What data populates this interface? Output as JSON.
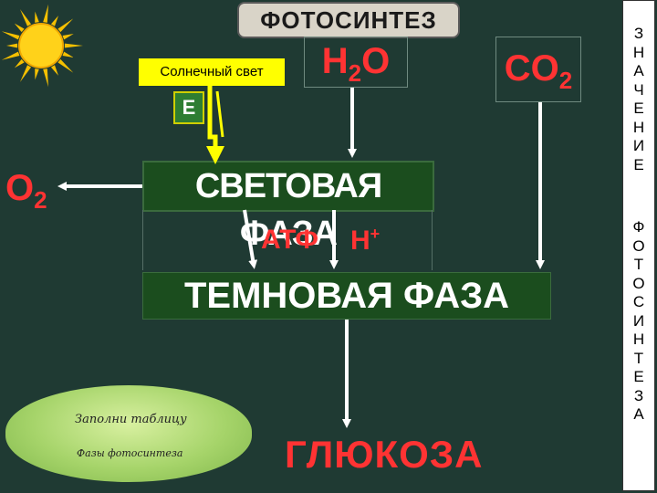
{
  "title": "ФОТОСИНТЕЗ",
  "inputs": {
    "sunlight": "Солнечный свет",
    "energy": "Е",
    "water": {
      "main": "H",
      "sub": "2",
      "end": "O"
    },
    "co2": {
      "main": "CO",
      "sub": "2"
    }
  },
  "outputs": {
    "o2": {
      "main": "O",
      "sub": "2"
    },
    "glucose": "ГЛЮКОЗА"
  },
  "phases": {
    "light": "СВЕТОВАЯ ФАЗА",
    "dark": "ТЕМНОВАЯ ФАЗА"
  },
  "intermediates": {
    "atp": "АТФ",
    "hplus": {
      "main": "H",
      "sup": "+"
    }
  },
  "task": {
    "line1": "Заполни таблицу",
    "line2": "Фазы фотосинтеза"
  },
  "side_panel": {
    "word1": [
      "З",
      "Н",
      "А",
      "Ч",
      "Е",
      "Н",
      "И",
      "Е"
    ],
    "word2": [
      "Ф",
      "О",
      "Т",
      "О",
      "С",
      "И",
      "Н",
      "Т",
      "Е",
      "З",
      "А"
    ]
  },
  "colors": {
    "background": "#1f3a33",
    "accent_red": "#ff3333",
    "phase_green": "#1b4d1e",
    "sunlight_yellow": "#ffff00",
    "arrow_white": "#ffffff"
  },
  "icons": [
    "sun-icon"
  ]
}
